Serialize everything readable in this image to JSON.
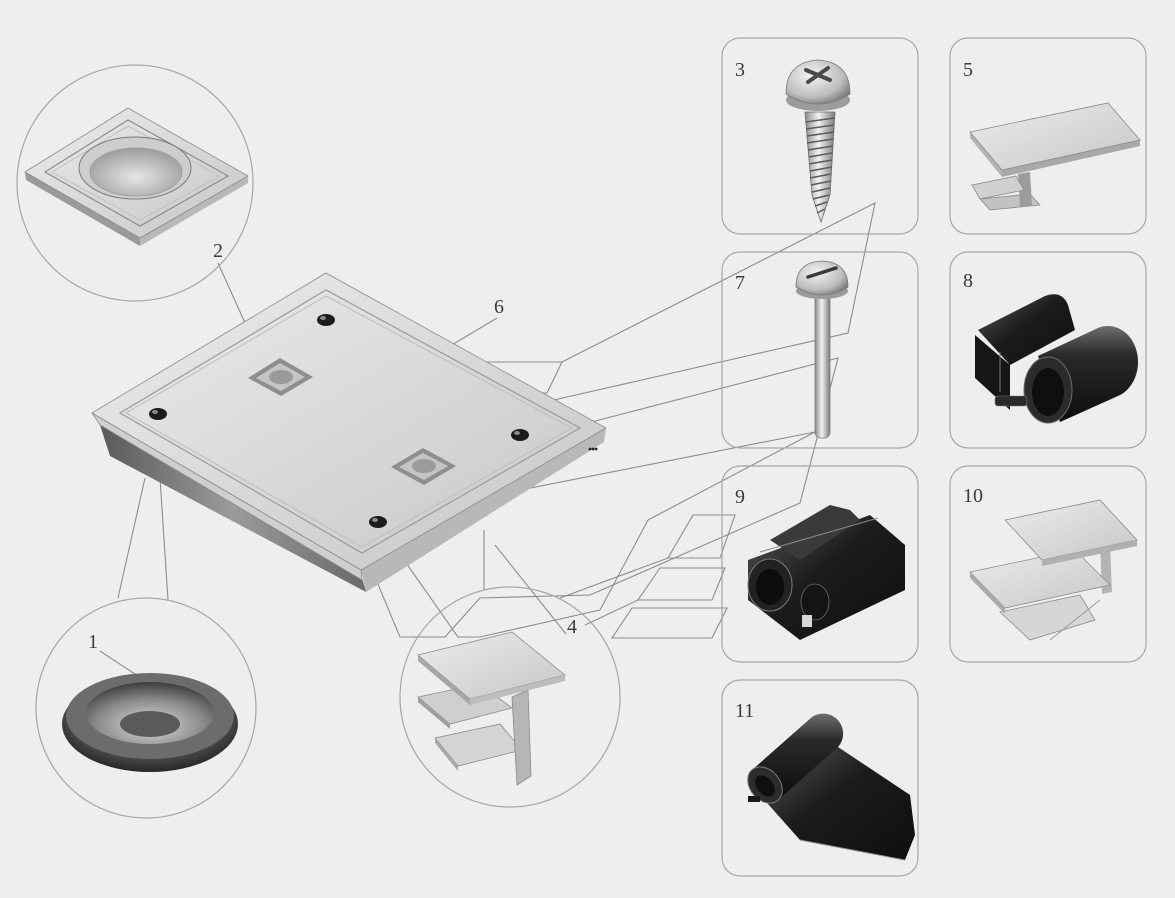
{
  "callouts": {
    "part_1": "1",
    "part_2": "2",
    "part_3": "3",
    "part_4": "4",
    "part_5": "5",
    "part_6": "6",
    "part_7": "7",
    "part_8": "8",
    "part_9": "9",
    "part_10": "10",
    "part_11": "11"
  },
  "colors": {
    "background": "#eeeeee",
    "outline": "#a6a6a6",
    "label": "#3a3a3a",
    "dark_part": "#1e1e1e",
    "light_part": "#d9d9d9"
  }
}
